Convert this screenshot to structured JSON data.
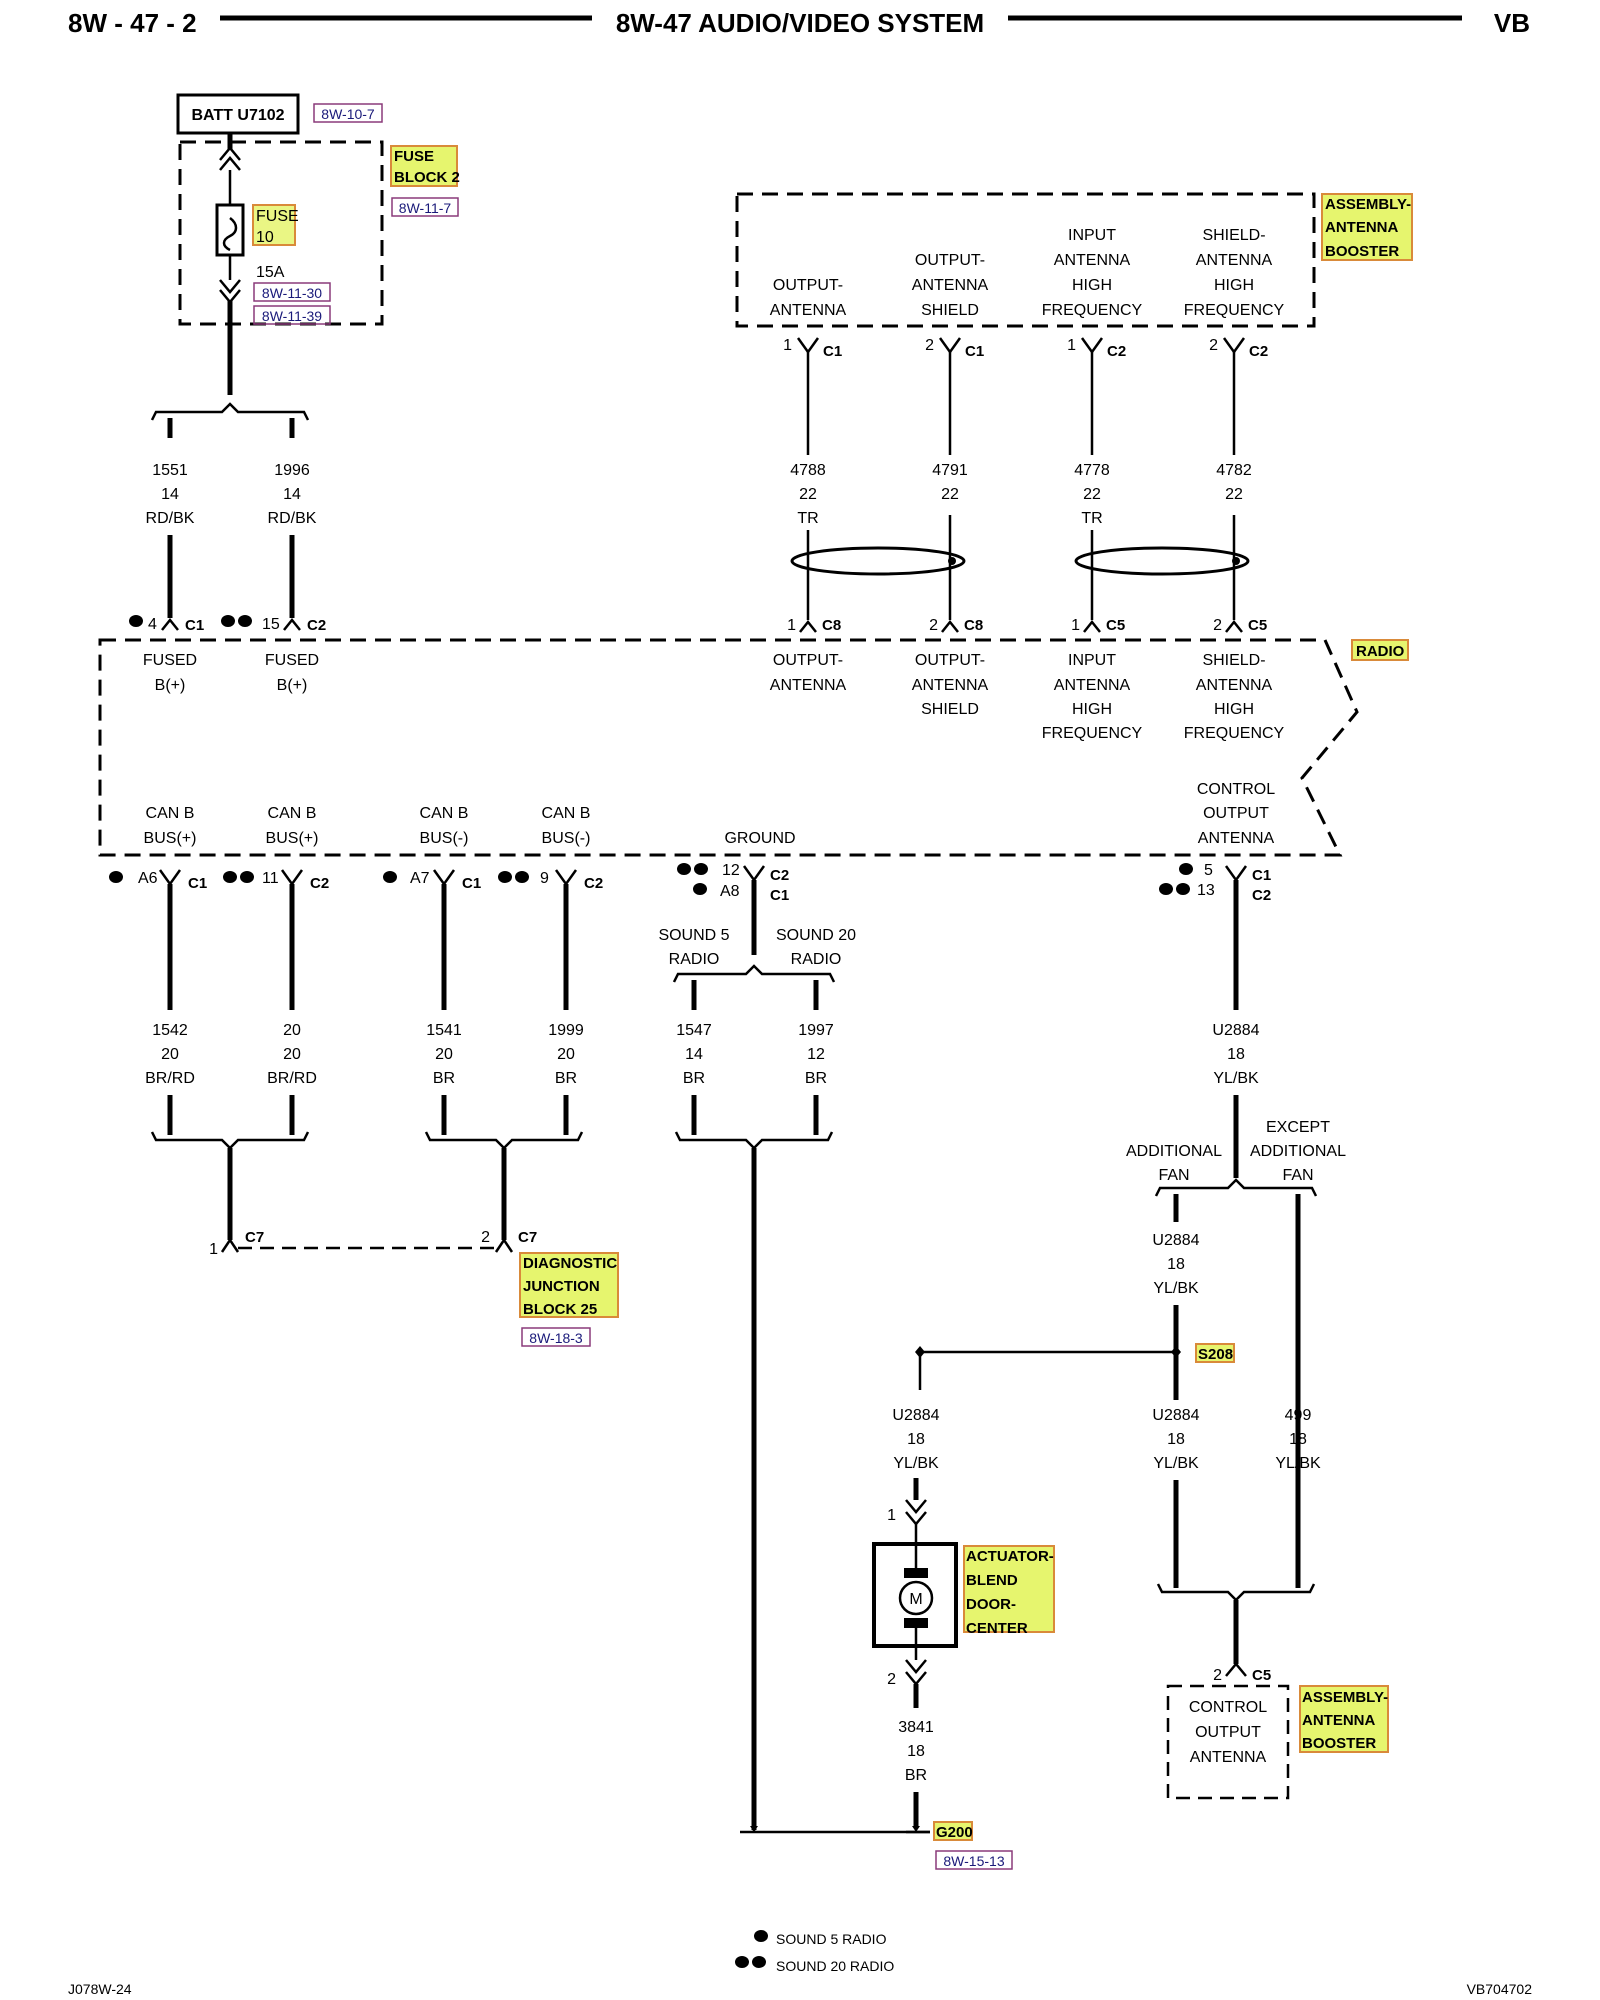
{
  "header": {
    "page_code": "8W - 47 - 2",
    "title": "8W-47 AUDIO/VIDEO SYSTEM",
    "model": "VB"
  },
  "footer": {
    "left_code": "J078W-24",
    "right_code": "VB704702",
    "legend": {
      "sound5": "SOUND 5 RADIO",
      "sound20": "SOUND 20 RADIO"
    }
  },
  "batt": {
    "label": "BATT U7102",
    "ref": "8W-10-7"
  },
  "fuse_block": {
    "name_line1": "FUSE",
    "name_line2": "BLOCK 2",
    "ref": "8W-11-7",
    "fuse_line1": "FUSE",
    "fuse_line2": "10",
    "rating": "15A",
    "ref2": "8W-11-30",
    "ref3": "8W-11-39"
  },
  "antenna_booster": {
    "name_line1": "ASSEMBLY-",
    "name_line2": "ANTENNA",
    "name_line3": "BOOSTER",
    "pins": [
      {
        "line1": "",
        "line2": "",
        "line3": "OUTPUT-",
        "line4": "ANTENNA",
        "pin": "1",
        "conn": "C1"
      },
      {
        "line1": "",
        "line2": "OUTPUT-",
        "line3": "ANTENNA",
        "line4": "SHIELD",
        "pin": "2",
        "conn": "C1"
      },
      {
        "line1": "INPUT",
        "line2": "ANTENNA",
        "line3": "HIGH",
        "line4": "FREQUENCY",
        "pin": "1",
        "conn": "C2"
      },
      {
        "line1": "SHIELD-",
        "line2": "ANTENNA",
        "line3": "HIGH",
        "line4": "FREQUENCY",
        "pin": "2",
        "conn": "C2"
      }
    ]
  },
  "antenna_wires": [
    {
      "circuit": "4788",
      "gauge": "22",
      "color": "TR"
    },
    {
      "circuit": "4791",
      "gauge": "22",
      "color": ""
    },
    {
      "circuit": "4778",
      "gauge": "22",
      "color": "TR"
    },
    {
      "circuit": "4782",
      "gauge": "22",
      "color": ""
    }
  ],
  "fused_wires": [
    {
      "circuit": "1551",
      "gauge": "14",
      "color": "RD/BK"
    },
    {
      "circuit": "1996",
      "gauge": "14",
      "color": "RD/BK"
    }
  ],
  "radio": {
    "name": "RADIO",
    "top_pins": [
      {
        "pin": "4",
        "conn": "C1",
        "line1": "FUSED",
        "line2": "B(+)"
      },
      {
        "pin": "15",
        "conn": "C2",
        "line1": "FUSED",
        "line2": "B(+)"
      },
      {
        "pin": "1",
        "conn": "C8",
        "line1": "OUTPUT-",
        "line2": "ANTENNA",
        "line3": "",
        "line4": ""
      },
      {
        "pin": "2",
        "conn": "C8",
        "line1": "OUTPUT-",
        "line2": "ANTENNA",
        "line3": "SHIELD",
        "line4": ""
      },
      {
        "pin": "1",
        "conn": "C5",
        "line1": "INPUT",
        "line2": "ANTENNA",
        "line3": "HIGH",
        "line4": "FREQUENCY"
      },
      {
        "pin": "2",
        "conn": "C5",
        "line1": "SHIELD-",
        "line2": "ANTENNA",
        "line3": "HIGH",
        "line4": "FREQUENCY"
      }
    ],
    "bottom_pins": [
      {
        "line1": "CAN B",
        "line2": "BUS(+)",
        "pin": "A6",
        "conn": "C1"
      },
      {
        "line1": "CAN B",
        "line2": "BUS(+)",
        "pin": "11",
        "conn": "C2"
      },
      {
        "line1": "CAN B",
        "line2": "BUS(-)",
        "pin": "A7",
        "conn": "C1"
      },
      {
        "line1": "CAN B",
        "line2": "BUS(-)",
        "pin": "9",
        "conn": "C2"
      }
    ],
    "ground": {
      "label": "GROUND",
      "pin1": "12",
      "conn1": "C2",
      "pin2": "A8",
      "conn2": "C1"
    },
    "control": {
      "line1": "CONTROL",
      "line2": "OUTPUT",
      "line3": "ANTENNA",
      "pin1": "5",
      "conn1": "C1",
      "pin2": "13",
      "conn2": "C2"
    }
  },
  "can_wires": [
    {
      "circuit": "1542",
      "gauge": "20",
      "color": "BR/RD"
    },
    {
      "circuit": "20",
      "gauge": "20",
      "color": "BR/RD"
    },
    {
      "circuit": "1541",
      "gauge": "20",
      "color": "BR"
    },
    {
      "circuit": "1999",
      "gauge": "20",
      "color": "BR"
    }
  ],
  "ground_split": {
    "left_line1": "SOUND 5",
    "left_line2": "RADIO",
    "right_line1": "SOUND 20",
    "right_line2": "RADIO"
  },
  "ground_wires": [
    {
      "circuit": "1547",
      "gauge": "14",
      "color": "BR"
    },
    {
      "circuit": "1997",
      "gauge": "12",
      "color": "BR"
    }
  ],
  "control_wire": {
    "circuit": "U2884",
    "gauge": "18",
    "color": "YL/BK"
  },
  "fan_split": {
    "left_line1": "ADDITIONAL",
    "left_line2": "FAN",
    "right_line1": "EXCEPT",
    "right_line2": "ADDITIONAL",
    "right_line3": "FAN"
  },
  "fan_wire": {
    "circuit": "U2884",
    "gauge": "18",
    "color": "YL/BK"
  },
  "splice": {
    "name": "S208"
  },
  "actuator_wire": {
    "circuit": "U2884",
    "gauge": "18",
    "color": "YL/BK"
  },
  "s208_out_wire": {
    "circuit": "U2884",
    "gauge": "18",
    "color": "YL/BK"
  },
  "except_wire": {
    "circuit": "499",
    "gauge": "18",
    "color": "YL/BK"
  },
  "djb": {
    "pin1": "1",
    "pin2": "2",
    "conn": "C7",
    "name_line1": "DIAGNOSTIC",
    "name_line2": "JUNCTION",
    "name_line3": "BLOCK 25",
    "ref": "8W-18-3"
  },
  "actuator": {
    "pin_top": "1",
    "pin_bottom": "2",
    "motor": "M",
    "name_line1": "ACTUATOR-",
    "name_line2": "BLEND",
    "name_line3": "DOOR-",
    "name_line4": "CENTER"
  },
  "actuator_gnd_wire": {
    "circuit": "3841",
    "gauge": "18",
    "color": "BR"
  },
  "ground_point": {
    "name": "G200",
    "ref": "8W-15-13"
  },
  "booster2": {
    "pin": "2",
    "conn": "C5",
    "line1": "CONTROL",
    "line2": "OUTPUT",
    "line3": "ANTENNA",
    "name_line1": "ASSEMBLY-",
    "name_line2": "ANTENNA",
    "name_line3": "BOOSTER"
  }
}
